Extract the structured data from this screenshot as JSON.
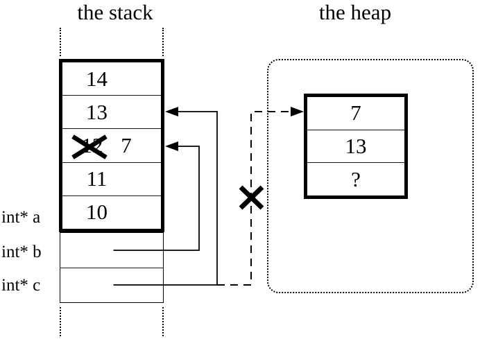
{
  "stack": {
    "title": "the stack",
    "cells": [
      {
        "value": "14"
      },
      {
        "value": "13"
      },
      {
        "old_value": "12",
        "new_value": "7",
        "crossed_out": true
      },
      {
        "value": "11"
      },
      {
        "value": "10"
      }
    ]
  },
  "pointers": [
    {
      "label": "int* a"
    },
    {
      "label": "int* b"
    },
    {
      "label": "int* c"
    }
  ],
  "heap": {
    "title": "the heap",
    "cells": [
      {
        "value": "7"
      },
      {
        "value": "13"
      },
      {
        "value": "?"
      }
    ]
  },
  "colors": {
    "line": "#000000",
    "background": "#ffffff"
  }
}
